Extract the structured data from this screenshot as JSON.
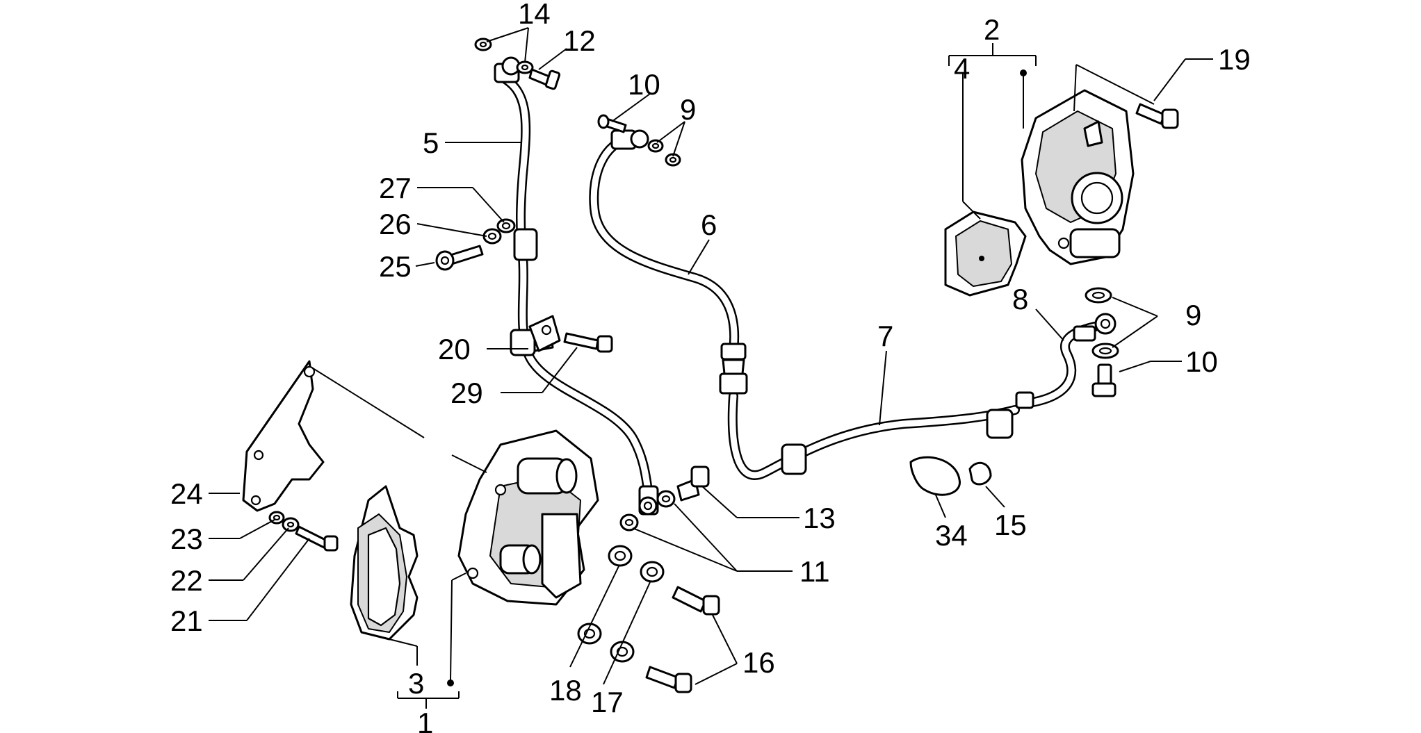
{
  "diagram": {
    "type": "exploded parts diagram",
    "subject": "brake caliper and hose assembly",
    "callouts": [
      {
        "id": "c1",
        "text": "1"
      },
      {
        "id": "c2",
        "text": "2"
      },
      {
        "id": "c3",
        "text": "3"
      },
      {
        "id": "c4",
        "text": "4"
      },
      {
        "id": "c5",
        "text": "5"
      },
      {
        "id": "c6",
        "text": "6"
      },
      {
        "id": "c7",
        "text": "7"
      },
      {
        "id": "c8",
        "text": "8"
      },
      {
        "id": "c9a",
        "text": "9"
      },
      {
        "id": "c9b",
        "text": "9"
      },
      {
        "id": "c10a",
        "text": "10"
      },
      {
        "id": "c10b",
        "text": "10"
      },
      {
        "id": "c11",
        "text": "11"
      },
      {
        "id": "c12",
        "text": "12"
      },
      {
        "id": "c13",
        "text": "13"
      },
      {
        "id": "c14",
        "text": "14"
      },
      {
        "id": "c15",
        "text": "15"
      },
      {
        "id": "c16",
        "text": "16"
      },
      {
        "id": "c17",
        "text": "17"
      },
      {
        "id": "c18",
        "text": "18"
      },
      {
        "id": "c19",
        "text": "19"
      },
      {
        "id": "c20",
        "text": "20"
      },
      {
        "id": "c21",
        "text": "21"
      },
      {
        "id": "c22",
        "text": "22"
      },
      {
        "id": "c23",
        "text": "23"
      },
      {
        "id": "c24",
        "text": "24"
      },
      {
        "id": "c25",
        "text": "25"
      },
      {
        "id": "c26",
        "text": "26"
      },
      {
        "id": "c27",
        "text": "27"
      },
      {
        "id": "c29",
        "text": "29"
      },
      {
        "id": "c34",
        "text": "34"
      }
    ]
  }
}
